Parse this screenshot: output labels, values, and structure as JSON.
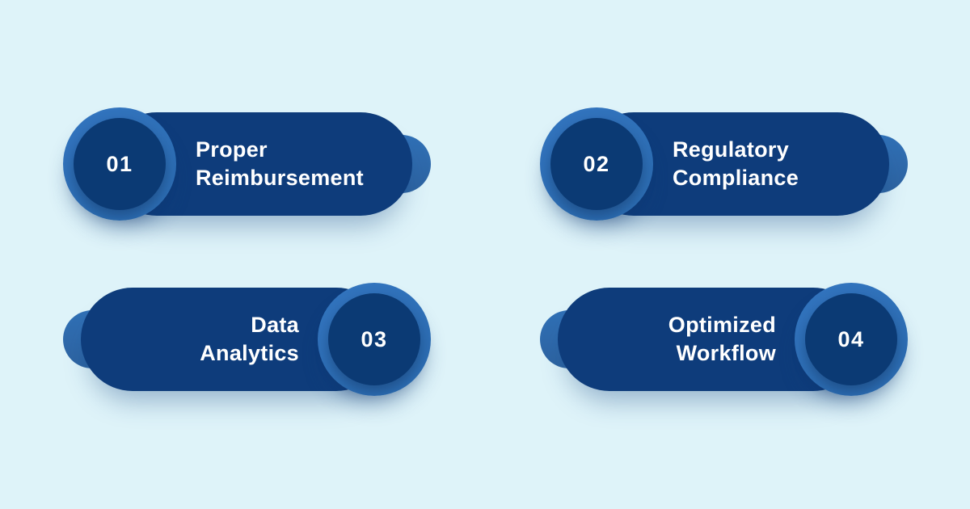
{
  "page": {
    "type": "infographic-feature-list"
  },
  "colors": {
    "page_background": "#def3f9",
    "pill": "#0e3c7b",
    "circle_ring": "#2d6eb4",
    "circle_inner": "#0b3a74",
    "bump": "#3070b6",
    "title_text": "#ffffff"
  },
  "items": [
    {
      "number": "01",
      "title_line1": "Proper",
      "title_line2": "Reimbursement",
      "number_position": "left"
    },
    {
      "number": "02",
      "title_line1": "Regulatory",
      "title_line2": "Compliance",
      "number_position": "left"
    },
    {
      "number": "03",
      "title_line1": "Data",
      "title_line2": "Analytics",
      "number_position": "right"
    },
    {
      "number": "04",
      "title_line1": "Optimized",
      "title_line2": "Workflow",
      "number_position": "right"
    }
  ]
}
